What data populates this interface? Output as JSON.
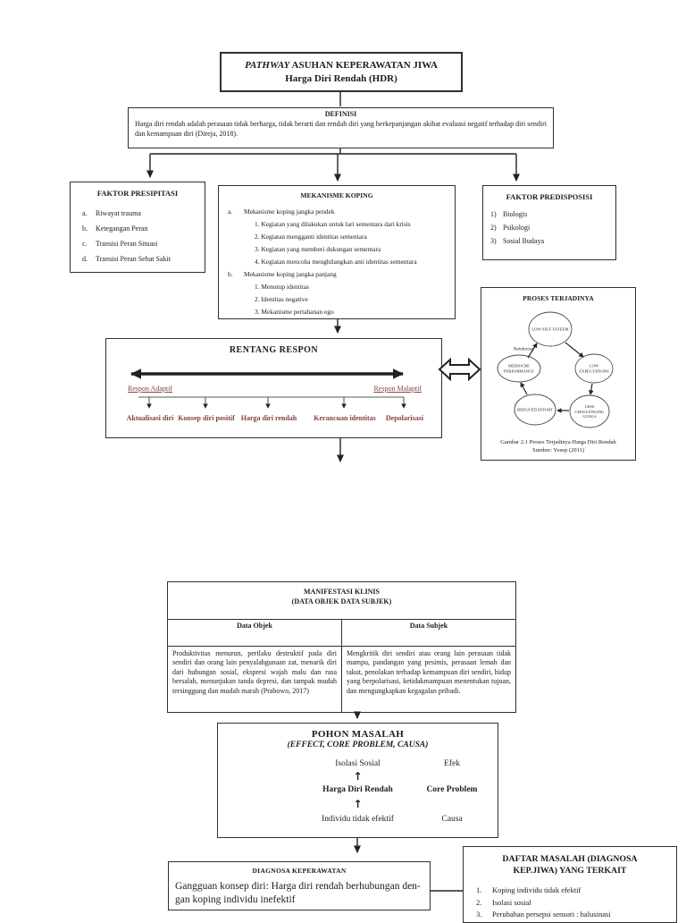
{
  "colors": {
    "ink": "#1c1c1c",
    "maroon": "#80443e",
    "border": "#303030"
  },
  "title": {
    "line1_italic": "PATHWAY",
    "line1_rest": " ASUHAN KEPERAWATAN JIWA",
    "line2": "Harga Diri Rendah (HDR)"
  },
  "definisi": {
    "heading": "DEFINISI",
    "body": "Harga diri rendah adalah perasaan tidak berharga, tidak berarti dan rendah diri yang berkepanjangan akibat evaluasi negatif terhadap diri sendiri dan kemampuan diri (Direja, 2018)."
  },
  "faktor_presipitasi": {
    "heading": "FAKTOR PRESIPITASI",
    "items": [
      {
        "num": "a.",
        "text": "Riwayat trauma"
      },
      {
        "num": "b.",
        "text": "Ketegangan Peran"
      },
      {
        "num": "c.",
        "text": "Transisi Peran Situasi"
      },
      {
        "num": "d.",
        "text": "Transisi Peran Sehat Sakit"
      }
    ]
  },
  "mekanisme_koping": {
    "heading": "MEKANISME KOPING",
    "a_num": "a.",
    "a_title": "Mekanisme koping jangka pendek",
    "a_items": [
      "1. Kegiatan yang dilakukan untuk lari sementara dari krisis",
      "2. Kegiatan mengganti identitas sementara",
      "3. Kegiatan yang memberi dukungan sementara",
      "4. Kegiatan mencoba menghilangkan anti identitas sementara"
    ],
    "b_num": "b.",
    "b_title": "Mekanisme koping jangka panjang",
    "b_items": [
      "1. Menutup identitas",
      "2. Identitas negative",
      "3. Mekanisme pertahanan ego"
    ]
  },
  "faktor_predisposisi": {
    "heading": "FAKTOR PREDISPOSISI",
    "items": [
      {
        "num": "1)",
        "text": "Biologis"
      },
      {
        "num": "2)",
        "text": "Psikologi"
      },
      {
        "num": "3)",
        "text": "Sosial Budaya"
      }
    ]
  },
  "rentang_respon": {
    "heading": "RENTANG RESPON",
    "left_label": "Respon Adaptif",
    "right_label": "Respon Malaptif",
    "items": [
      "Aktualisasi diri",
      "Konsep diri positif",
      "Harga diri rendah",
      "Kerancuan identitas",
      "Depolarisasi"
    ]
  },
  "proses_terjadinya": {
    "heading": "PROSES TERJADINYA",
    "nodes": [
      "LOW SELF ESTEEM",
      "LOW EXPECTATIONS",
      "LESS CHALLENGING GOALS",
      "REDUCED EFFORT",
      "MEDIOCRE PERFORMANCE"
    ],
    "reinforces": "Reinforces",
    "caption_line1": "Gambar 2.1 Proses Terjadinya Harga Diri Rendah",
    "caption_line2": "Sumber: Yosep (2011)"
  },
  "manifestasi": {
    "heading_line1": "MANIFESTASI KLINIS",
    "heading_line2": "(DATA OBJEK DATA SUBJEK)",
    "col1_header": "Data Objek",
    "col2_header": "Data Subjek",
    "col1_body": "Produktivitas menurun, perilaku destruktif pada diri sendiri dan orang lain penyalahgunaan zat, menarik diri dari hubungan sosial, ekspresi wajah malu dan rasa bersalah, menunjukan tanda depresi, dan tampak mudah tersinggung dan mudah marah (Prabowo, 2017)",
    "col2_body": "Mengkritik diri sendiri atau orang lain perasaan tidak mampu, pandangan yang pesimis, perasaan lemah dan takut, penolakan terhadap kemampuan diri sendiri, hidup yang berpolarisasi, ketidakmampuan menentukan tujuan, dan mengungkapkan kegagalan pribadi."
  },
  "pohon_masalah": {
    "heading_line1": "POHON MASALAH",
    "heading_line2": "(EFFECT, CORE PROBLEM, CAUSA)",
    "rows": [
      {
        "left": "Isolasi Sosial",
        "right": "Efek"
      },
      {
        "left": "Harga Diri Rendah",
        "right": "Core Problem"
      },
      {
        "left": "Individu tidak efektif",
        "right": "Causa"
      }
    ],
    "arrow": "↑"
  },
  "diagnosa": {
    "heading": "DIAGNOSA KEPERAWATAN",
    "body_line1": "Gangguan konsep diri: Harga diri rendah berhubungan den-",
    "body_line2": "gan koping individu inefektif"
  },
  "daftar_masalah": {
    "heading_line1": "DAFTAR MASALAH (DIAGNOSA",
    "heading_line2": "KEP.JIWA) YANG TERKAIT",
    "items": [
      {
        "num": "1.",
        "text": "Koping individu tidak efektif"
      },
      {
        "num": "2.",
        "text": "Isolasi sosial"
      },
      {
        "num": "3.",
        "text": "Perubahan persepsi sensori : halusinasi"
      }
    ]
  }
}
